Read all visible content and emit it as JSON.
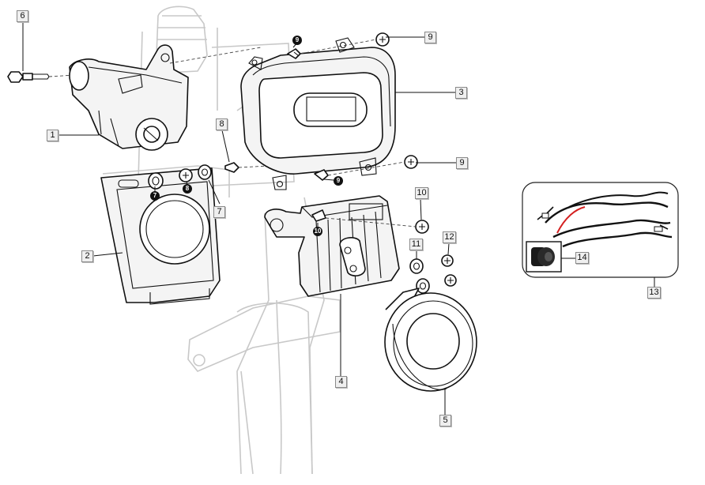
{
  "callouts": [
    "1",
    "2",
    "3",
    "4",
    "5",
    "6",
    "7",
    "8",
    "9",
    "9",
    "10",
    "11",
    "12",
    "13",
    "14"
  ],
  "markers": [
    "9",
    "9",
    "7",
    "8",
    "10"
  ],
  "colors": {
    "line": "#111111",
    "frame": "#c8c8c8",
    "wire_red": "#d42020",
    "label_bg": "#efefef"
  }
}
